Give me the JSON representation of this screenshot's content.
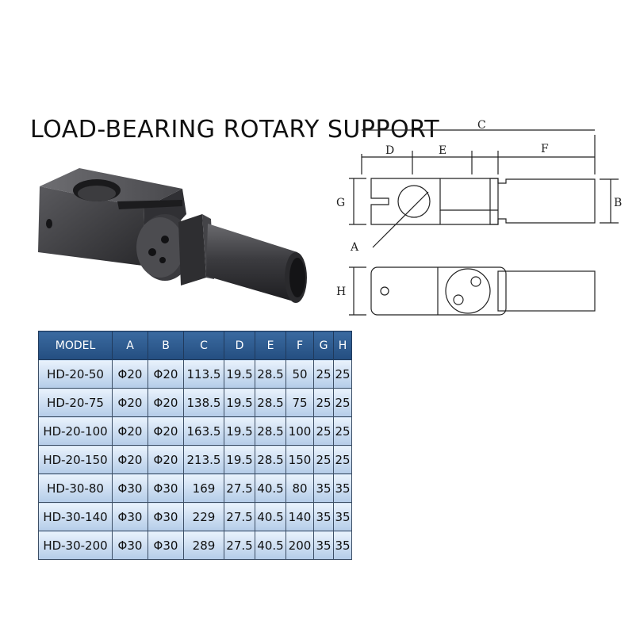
{
  "title": "LOAD-BEARING ROTARY SUPPORT",
  "drawing": {
    "labels": {
      "A": "A",
      "B": "B",
      "C": "C",
      "D": "D",
      "E": "E",
      "F": "F",
      "G": "G",
      "H": "H"
    }
  },
  "table": {
    "headers": [
      "MODEL",
      "A",
      "B",
      "C",
      "D",
      "E",
      "F",
      "G",
      "H"
    ],
    "rows": [
      [
        "HD-20-50",
        "Φ20",
        "Φ20",
        "113.5",
        "19.5",
        "28.5",
        "50",
        "25",
        "25"
      ],
      [
        "HD-20-75",
        "Φ20",
        "Φ20",
        "138.5",
        "19.5",
        "28.5",
        "75",
        "25",
        "25"
      ],
      [
        "HD-20-100",
        "Φ20",
        "Φ20",
        "163.5",
        "19.5",
        "28.5",
        "100",
        "25",
        "25"
      ],
      [
        "HD-20-150",
        "Φ20",
        "Φ20",
        "213.5",
        "19.5",
        "28.5",
        "150",
        "25",
        "25"
      ],
      [
        "HD-30-80",
        "Φ30",
        "Φ30",
        "169",
        "27.5",
        "40.5",
        "80",
        "35",
        "35"
      ],
      [
        "HD-30-140",
        "Φ30",
        "Φ30",
        "229",
        "27.5",
        "40.5",
        "140",
        "35",
        "35"
      ],
      [
        "HD-30-200",
        "Φ30",
        "Φ30",
        "289",
        "27.5",
        "40.5",
        "200",
        "35",
        "35"
      ]
    ]
  }
}
